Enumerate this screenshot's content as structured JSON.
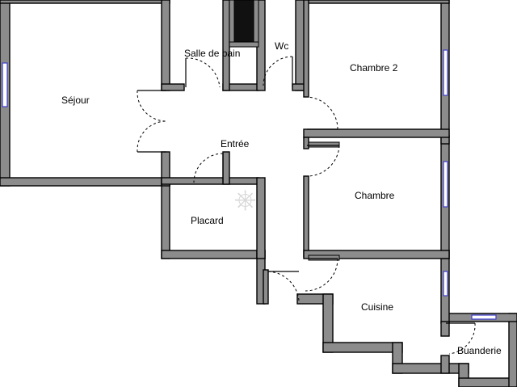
{
  "floorplan": {
    "rooms": [
      {
        "id": "sejour",
        "label": "Séjour"
      },
      {
        "id": "salle-de-bain",
        "label": "Salle de bain"
      },
      {
        "id": "wc",
        "label": "Wc"
      },
      {
        "id": "chambre-2",
        "label": "Chambre 2"
      },
      {
        "id": "entree",
        "label": "Entrée"
      },
      {
        "id": "chambre",
        "label": "Chambre"
      },
      {
        "id": "placard",
        "label": "Placard"
      },
      {
        "id": "cuisine",
        "label": "Cuisine"
      },
      {
        "id": "buanderie",
        "label": "Buanderie"
      }
    ],
    "colors": {
      "wall_fill": "#8c8c8c",
      "wall_outline": "#000000",
      "window": "#3d3dcc",
      "duct": "#111111",
      "background": "#ffffff"
    }
  }
}
